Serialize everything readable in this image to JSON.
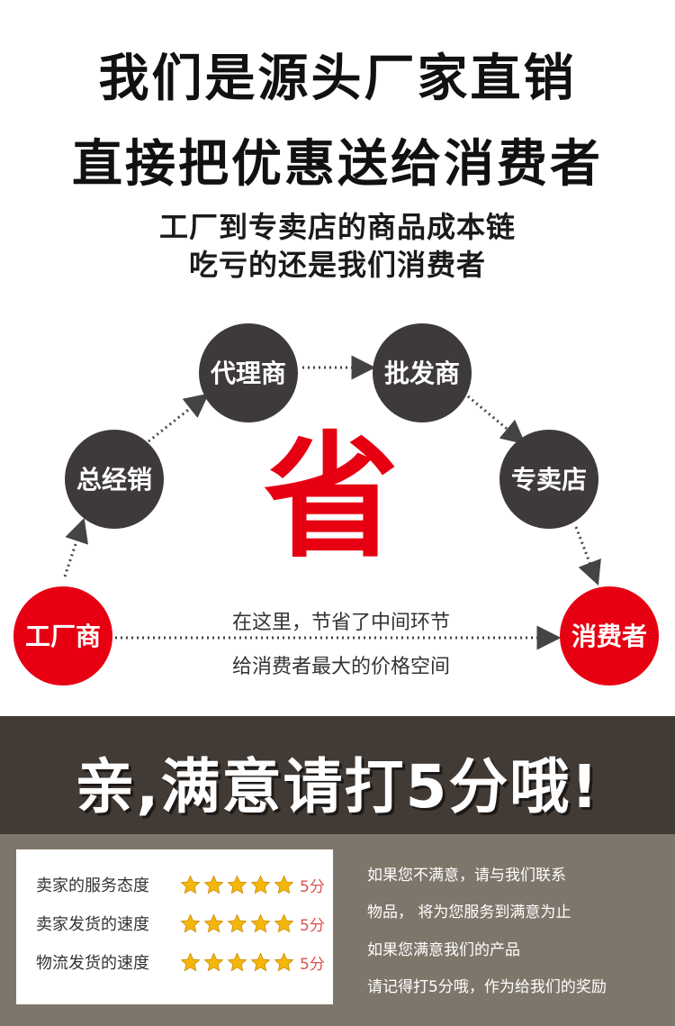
{
  "headline": {
    "line1": "我们是源头厂家直销",
    "line2": "直接把优惠送给消费者",
    "sub1": "工厂到专卖店的商品成本链",
    "sub2": "吃亏的还是我们消费者"
  },
  "flow": {
    "nodes": {
      "factory": "工厂商",
      "distributor": "总经销",
      "agent": "代理商",
      "wholesaler": "批发商",
      "store": "专卖店",
      "consumer": "消费者"
    },
    "center_char": "省",
    "note1": "在这里，节省了中间环节",
    "note2": "给消费者最大的价格空间",
    "colors": {
      "red": "#e60012",
      "dark": "#3e3a39"
    }
  },
  "rating": {
    "slogan": "亲,满意请打5分哦!",
    "rows": [
      {
        "label": "卖家的服务态度",
        "stars": 5,
        "score": "5分"
      },
      {
        "label": "卖家发货的速度",
        "stars": 5,
        "score": "5分"
      },
      {
        "label": "物流发货的速度",
        "stars": 5,
        "score": "5分"
      }
    ],
    "messages": [
      "如果您不满意，请与我们联系",
      "物品，  将为您服务到满意为止",
      "如果您满意我们的产品",
      "请记得打5分哦，作为给我们的奖励"
    ]
  }
}
